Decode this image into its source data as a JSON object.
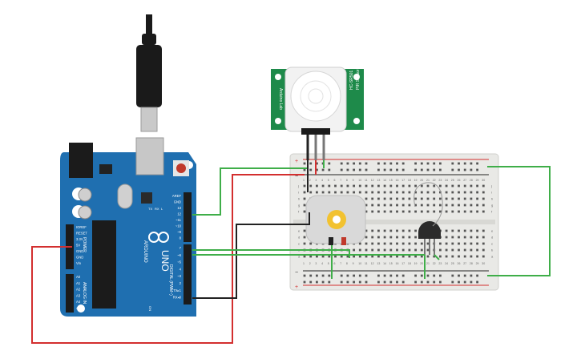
{
  "colors": {
    "board_blue": "#1f6fb0",
    "board_dark": "#16598f",
    "breadboard": "#e9e9e6",
    "pir_green": "#1e8a4a",
    "wire_green": "#3fae49",
    "wire_red": "#d32f2f",
    "wire_black": "#222222",
    "motor_gray": "#d8d8d8",
    "gear_yellow": "#f2c230",
    "transistor": "#2b2b2b"
  },
  "usb_cable": {
    "name": "usb-cable"
  },
  "arduino": {
    "brand": "ARDUINO",
    "model": "UNO",
    "digital_label": "DIGITAL (PWM~)",
    "power_label": "POWER",
    "analog_label": "ANALOG IN",
    "power_pins": [
      "IOREF",
      "RESET",
      "3.3V",
      "5V",
      "GND",
      "GND",
      "Vin"
    ],
    "analog_pins": [
      "A0",
      "A1",
      "A2",
      "A3",
      "A4",
      "A5"
    ],
    "top_pins": [
      "AREF",
      "GND",
      "13",
      "12",
      "~11",
      "~10",
      "~9",
      "8"
    ],
    "lower_pins": [
      "7",
      "~6",
      "~5",
      "4",
      "~3",
      "2",
      "TX▸1",
      "RX◂0"
    ],
    "tx": "TX",
    "rx": "RX",
    "l_led": "L",
    "on_led": "ON"
  },
  "pir": {
    "name": "pir-sensor",
    "left_text": "Arduino Lab",
    "right_text": "HC-SR501",
    "right_text2": "PIR Sensor"
  },
  "breadboard": {
    "plus": "+",
    "minus": "−",
    "columns": [
      "1",
      "2",
      "3",
      "4",
      "5",
      "6",
      "7",
      "8",
      "9",
      "10",
      "11",
      "12",
      "13",
      "14",
      "15",
      "16",
      "17",
      "18",
      "19",
      "20",
      "21",
      "22",
      "23",
      "24",
      "25",
      "26",
      "27",
      "28",
      "29",
      "30"
    ],
    "rows_top": [
      "j",
      "i",
      "h",
      "g",
      "f"
    ],
    "rows_bottom": [
      "e",
      "d",
      "c",
      "b",
      "a"
    ]
  },
  "motor": {
    "name": "dc-motor"
  },
  "transistor": {
    "name": "npn-transistor"
  }
}
